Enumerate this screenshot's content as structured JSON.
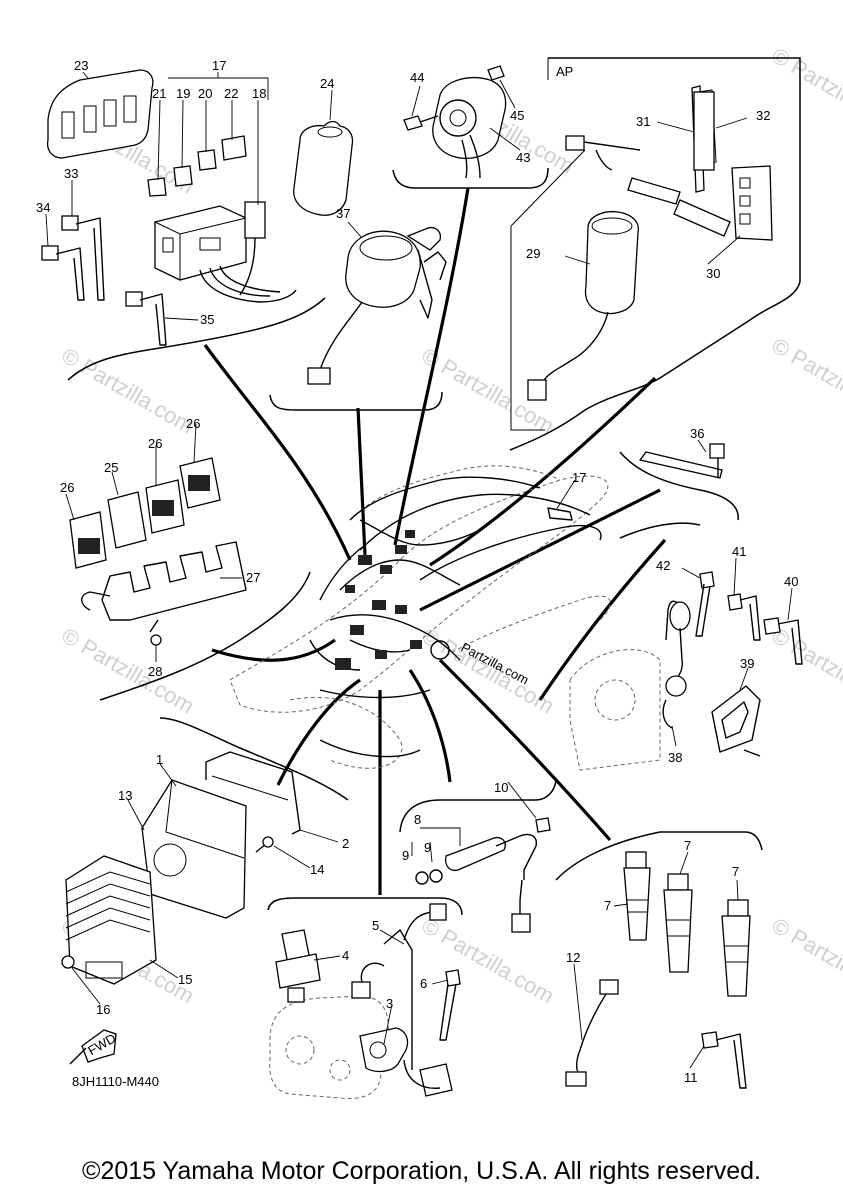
{
  "watermarks": [
    "© Partzilla.com",
    "© Partzilla.com",
    "© Partzilla.com",
    "© Partzilla.com",
    "© Partzilla.com",
    "© Partzilla.com",
    "© Partzilla.com",
    "© Partzilla.com",
    "© Partzilla.com",
    "© Partzilla.com",
    "© Partzilla.com",
    "© Partzilla.com"
  ],
  "center_watermark": "Partzilla.com",
  "accessory_box_label": "AP",
  "fwd_label": "FWD",
  "diagram_code": "8JH1110-M440",
  "copyright": "©2015 Yamaha Motor Corporation, U.S.A. All rights reserved.",
  "callouts": [
    "23",
    "17",
    "21",
    "19",
    "20",
    "22",
    "18",
    "33",
    "34",
    "35",
    "24",
    "37",
    "44",
    "45",
    "43",
    "31",
    "32",
    "29",
    "30",
    "36",
    "17",
    "26",
    "25",
    "26",
    "26",
    "27",
    "28",
    "42",
    "41",
    "40",
    "39",
    "38",
    "1",
    "13",
    "2",
    "14",
    "15",
    "16",
    "10",
    "8",
    "9",
    "9",
    "5",
    "4",
    "3",
    "6",
    "7",
    "7",
    "7",
    "12",
    "11"
  ]
}
